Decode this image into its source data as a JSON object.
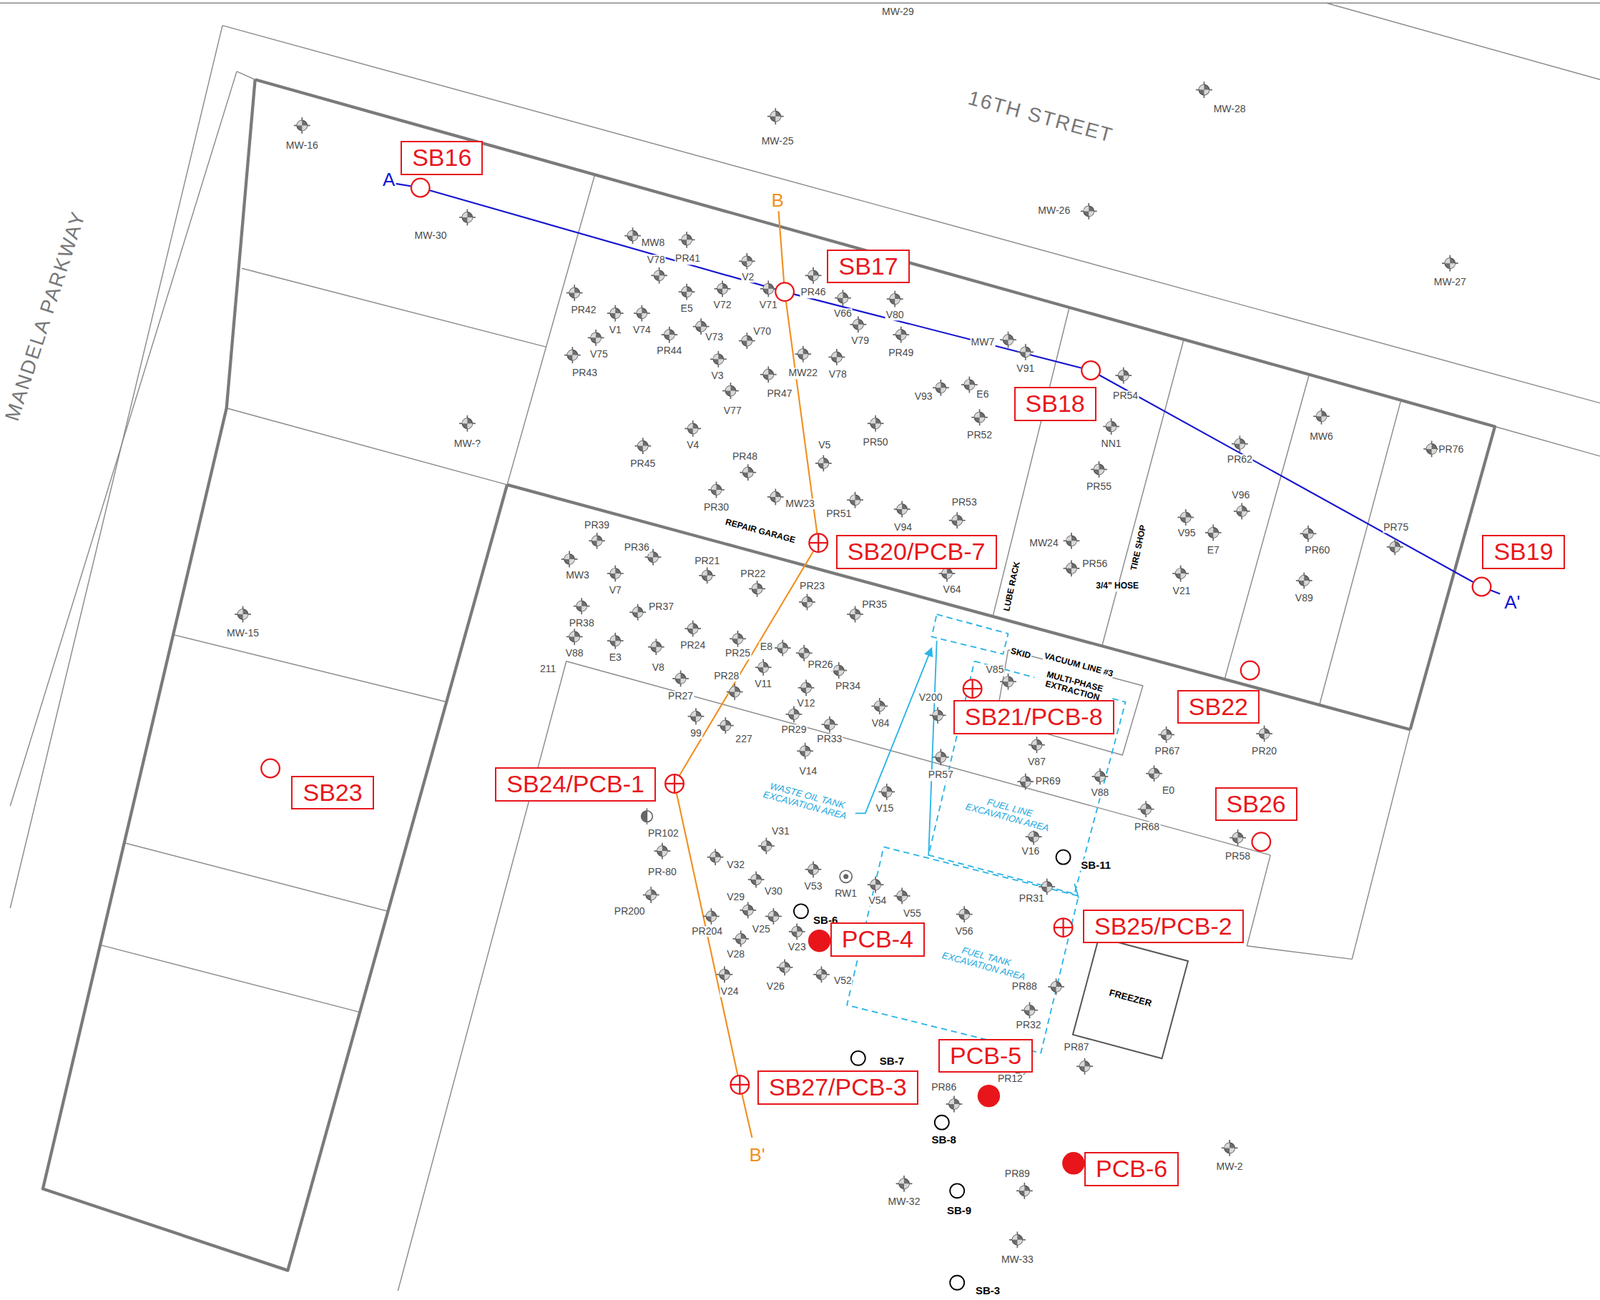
{
  "diagram": {
    "nodes": [
      {
        "text": [
          "SB16"
        ]
      },
      {
        "text": [
          "SB17"
        ]
      },
      {
        "text": [
          "SB18"
        ]
      },
      {
        "text": [
          "SB19"
        ]
      },
      {
        "text": [
          "SB20/PCB-7"
        ]
      },
      {
        "text": [
          "SB21/PCB-8"
        ]
      },
      {
        "text": [
          "SB22"
        ]
      },
      {
        "text": [
          "SB23"
        ]
      },
      {
        "text": [
          "SB24/PCB-1"
        ]
      },
      {
        "text": [
          "SB25/PCB-2"
        ]
      },
      {
        "text": [
          "SB26"
        ]
      },
      {
        "text": [
          "SB27/PCB-3"
        ]
      },
      {
        "text": [
          "PCB-4"
        ]
      },
      {
        "text": [
          "PCB-5"
        ]
      },
      {
        "text": [
          "PCB-6"
        ]
      },
      {
        "text": [
          "FREEZER"
        ]
      }
    ],
    "labels": [
      "MW-29",
      "16TH STREET",
      "MANDELA PARKWAY",
      "MW-28",
      "MW-16",
      "MW-25",
      "MW-30",
      "MW-26",
      "MW-27",
      "A",
      "B",
      "MW8",
      "PR41",
      "V78",
      "V2",
      "PR42",
      "V1",
      "V74",
      "E5",
      "V72",
      "V71",
      "PR46",
      "V66",
      "V80",
      "V75",
      "PR44",
      "V73",
      "V70",
      "V79",
      "PR49",
      "PR43",
      "V3",
      "MW22",
      "V78",
      "PR47",
      "V77",
      "MW7",
      "V91",
      "V93",
      "E6",
      "PR52",
      "PR54",
      "V4",
      "PR50",
      "NN1",
      "PR45",
      "PR48",
      "V5",
      "PR55",
      "PR62",
      "MW6",
      "PR76",
      "PR30",
      "MW23",
      "PR51",
      "V94",
      "PR53",
      "REPAIR GARAGE",
      "V96",
      "V95",
      "E7",
      "PR60",
      "PR75",
      "MW24",
      "PR56",
      "TIRE SHOP",
      "3/4\" HOSE",
      "V64",
      "LUBE RACK",
      "V21",
      "V89",
      "A'",
      "MW-?",
      "MW-15",
      "PR39",
      "MW3",
      "PR36",
      "V7",
      "PR21",
      "PR22",
      "PR23",
      "PR35",
      "PR38",
      "PR37",
      "V88",
      "E3",
      "V8",
      "PR24",
      "PR25",
      "E8",
      "PR26",
      "V11",
      "PR34",
      "PR28",
      "V12",
      "PR27",
      "211",
      "99",
      "227",
      "PR29",
      "PR33",
      "V84",
      "V200",
      "SKID",
      "VACUUM LINE #3",
      "MULTI-PHASE EXTRACTION",
      "V85",
      "PR57",
      "V14",
      "V15",
      "V87",
      "PR69",
      "V88",
      "PR67",
      "PR20",
      "E0",
      "PR68",
      "PR58",
      "WASTE OIL TANK EXCAVATION AREA",
      "FUEL LINE EXCAVATION AREA",
      "V16",
      "SB-11",
      "PR31",
      "PR102",
      "PR-80",
      "PR200",
      "V31",
      "V32",
      "V53",
      "RW1",
      "V54",
      "V55",
      "V30",
      "V29",
      "V25",
      "V23",
      "SB-6",
      "PR204",
      "V56",
      "V28",
      "V26",
      "V52",
      "V24",
      "FUEL TANK EXCAVATION AREA",
      "PR88",
      "PR32",
      "PR87",
      "SB-7",
      "PR12",
      "PR86",
      "SB-8",
      "B'",
      "MW-2",
      "PR89",
      "MW-32",
      "SB-9",
      "MW-33",
      "SB-3"
    ]
  }
}
